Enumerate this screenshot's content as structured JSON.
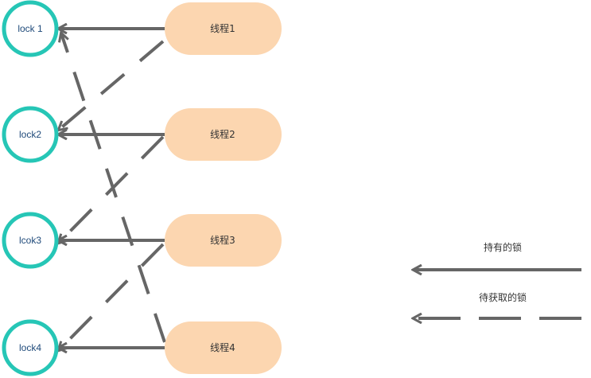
{
  "locks": [
    {
      "id": "lock1",
      "label": "lock 1"
    },
    {
      "id": "lock2",
      "label": "lock2"
    },
    {
      "id": "lock3",
      "label": "lcok3"
    },
    {
      "id": "lock4",
      "label": "lock4"
    }
  ],
  "threads": [
    {
      "id": "t1",
      "label": "线程1"
    },
    {
      "id": "t2",
      "label": "线程2"
    },
    {
      "id": "t3",
      "label": "线程3"
    },
    {
      "id": "t4",
      "label": "线程4"
    }
  ],
  "edges": [
    {
      "from": "t1",
      "to": "lock1",
      "kind": "held"
    },
    {
      "from": "t2",
      "to": "lock2",
      "kind": "held"
    },
    {
      "from": "t3",
      "to": "lock3",
      "kind": "held"
    },
    {
      "from": "t4",
      "to": "lock4",
      "kind": "held"
    },
    {
      "from": "t1",
      "to": "lock2",
      "kind": "waiting"
    },
    {
      "from": "t2",
      "to": "lock3",
      "kind": "waiting"
    },
    {
      "from": "t3",
      "to": "lock4",
      "kind": "waiting"
    },
    {
      "from": "t4",
      "to": "lock1",
      "kind": "waiting"
    }
  ],
  "legend": {
    "held_label": "持有的锁",
    "waiting_label": "待获取的锁"
  },
  "colors": {
    "lock_ring": "#26c6b6",
    "thread_fill": "#fcd6b0",
    "arrow": "#666666"
  }
}
